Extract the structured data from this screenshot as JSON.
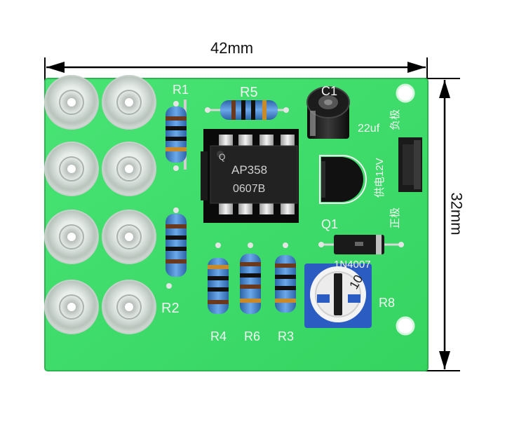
{
  "dimensions": {
    "width_label": "42mm",
    "height_label": "32mm"
  },
  "silkscreen": {
    "r1": "R1",
    "r2": "R2",
    "r3": "R3",
    "r4": "R4",
    "r5": "R5",
    "r6": "R6",
    "r8": "R8",
    "q1": "Q1",
    "c1": "C1",
    "cap_value": "22uf",
    "diode": "1N4007",
    "supply": "供电12V",
    "pos_pole": "正极",
    "neg_pole": "负极"
  },
  "chip": {
    "part": "AP358",
    "code": "0607B",
    "logo": "Q"
  },
  "potentiometer": {
    "marking": "10"
  },
  "colors": {
    "board": "#3fdc6a",
    "board_edge": "#2cb550",
    "silkscreen": "#f4f4f4",
    "resistor_body": "#4f8ed6",
    "chip_body": "#161616"
  }
}
